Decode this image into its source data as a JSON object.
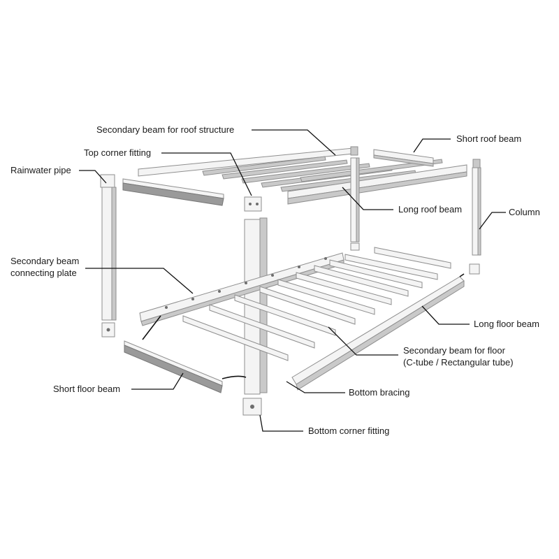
{
  "labels": {
    "secondary_roof": "Secondary beam for roof structure",
    "short_roof": "Short roof beam",
    "top_corner": "Top corner fitting",
    "rainwater": "Rainwater pipe",
    "long_roof": "Long roof beam",
    "column": "Column",
    "sec_plate_1": "Secondary beam",
    "sec_plate_2": "connecting plate",
    "long_floor": "Long floor beam",
    "sec_floor_1": "Secondary beam for floor",
    "sec_floor_2": "(C-tube / Rectangular tube)",
    "short_floor": "Short floor beam",
    "bottom_bracing": "Bottom bracing",
    "bottom_corner": "Bottom corner fitting"
  },
  "colors": {
    "steel_light": "#f4f4f4",
    "steel_mid": "#c9c9c9",
    "steel_dark": "#9a9a9a",
    "leader_line": "#111111"
  }
}
